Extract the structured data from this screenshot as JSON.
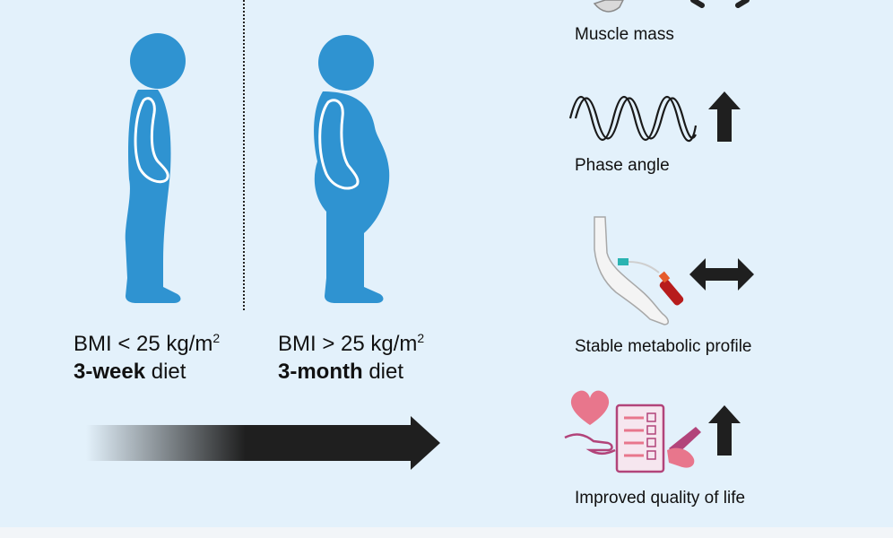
{
  "left_panel": {
    "lean": {
      "bmi_prefix": "BMI < 25 kg/m",
      "bmi_sup": "2",
      "duration_bold": "3-week",
      "duration_rest": " diet"
    },
    "obese": {
      "bmi_prefix": "BMI > 25 kg/m",
      "bmi_sup": "2",
      "duration_bold": "3-month",
      "duration_rest": " diet"
    },
    "person_color": "#2f93d1",
    "arrow_color": "#1f1f1f"
  },
  "outcomes": [
    {
      "label": "Muscle mass",
      "icon": "muscle-icon",
      "change": "unchanged"
    },
    {
      "label": "Phase angle",
      "icon": "sine-wave-icon",
      "change": "increase"
    },
    {
      "label": "Stable metabolic profile",
      "icon": "blood-draw-arm-icon",
      "change": "unchanged"
    },
    {
      "label": "Improved quality of life",
      "icon": "heart-checklist-icon",
      "change": "increase"
    }
  ],
  "colors": {
    "background": "#e3f1fb",
    "quality_pink": "#e8768c",
    "quality_purple": "#b2447a",
    "tube_red": "#b71c1c",
    "tourniquet_teal": "#2ab3b1"
  }
}
